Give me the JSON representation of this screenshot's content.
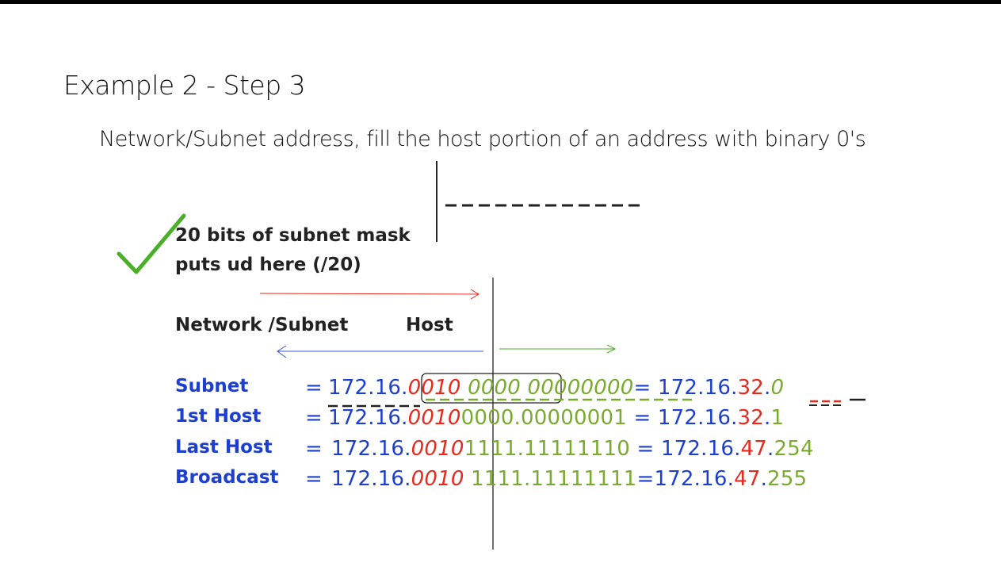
{
  "title": "Example 2 - Step 3",
  "subtitle": "Network/Subnet address, fill the host portion of an address with binary 0's",
  "note": {
    "line1": "20 bits of subnet mask",
    "line2": "puts ud here (/20)"
  },
  "labels": {
    "network": "Network /Subnet",
    "host": "Host"
  },
  "colors": {
    "network": "#1d3fd0",
    "subnet_bits": "#e8291c",
    "host_bits": "#7aaa2e",
    "check": "#4caf2a"
  },
  "rows": [
    {
      "name": "Subnet",
      "eq": "=",
      "prefix": "172.16.",
      "sub": "0010",
      "sp1": " ",
      "host1": "0000",
      "sp2": " ",
      "host2": "00000000",
      "eq2": "= ",
      "dec_prefix": "172.16.",
      "dec_sub": "32",
      "dot": ".",
      "dec_host": "0"
    },
    {
      "name": "1st Host",
      "eq": "=",
      "prefix": "172.16.",
      "sub": "0010",
      "sp1": "",
      "host1": "0000.",
      "sp2": "",
      "host2": "00000001",
      "eq2": " = ",
      "dec_prefix": "172.16.",
      "dec_sub": "32",
      "dot": ".",
      "dec_host": "1"
    },
    {
      "name": "Last Host",
      "eq": "=",
      "prefix": "172.16.",
      "sub": "0010",
      "sp1": "",
      "host1": "1111.",
      "sp2": "",
      "host2": "11111110",
      "eq2": " = ",
      "dec_prefix": "172.16.",
      "dec_sub": "47",
      "dot": ".",
      "dec_host": "254"
    },
    {
      "name": "Broadcast",
      "eq": "=",
      "prefix": "172.16.",
      "sub": "0010",
      "sp1": " ",
      "host1": "1111.",
      "sp2": "",
      "host2": "11111111",
      "eq2": "=",
      "dec_prefix": "172.16.",
      "dec_sub": "47",
      "dot": ".",
      "dec_host": "255"
    }
  ]
}
